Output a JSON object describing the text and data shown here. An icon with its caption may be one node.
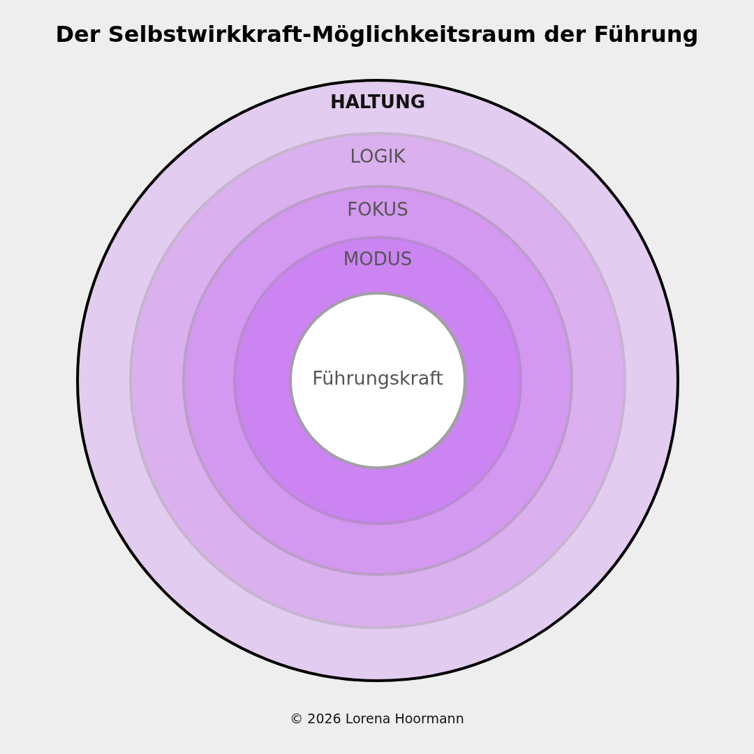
{
  "diagram": {
    "title": "Der Selbstwirkkraft-Möglichkeitsraum der Führung",
    "caption": "© 2026 Lorena Hoormann",
    "nodes": [
      {
        "text": [
          "HALTUNG"
        ]
      },
      {
        "text": [
          "LOGIK"
        ],
        "in": 0
      },
      {
        "text": [
          "FOKUS"
        ],
        "in": 1
      },
      {
        "text": [
          "MODUS"
        ],
        "in": 2
      },
      {
        "text": [
          "Führungskraft"
        ],
        "in": 3
      }
    ]
  }
}
